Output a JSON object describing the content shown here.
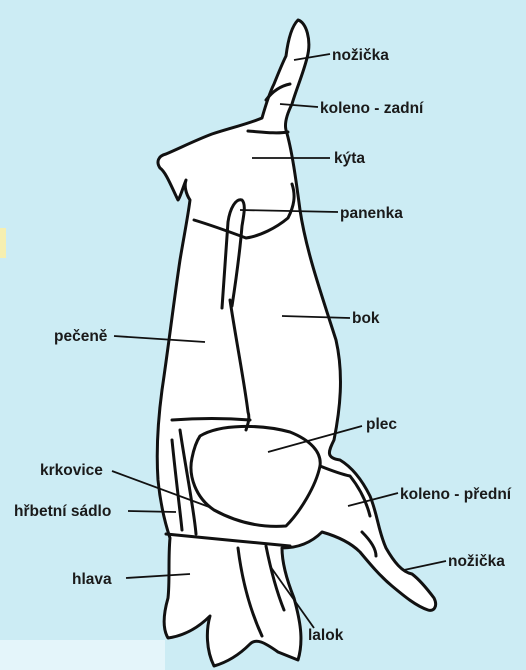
{
  "diagram": {
    "labels": {
      "nozicka_top": "nožička",
      "koleno_zadni": "koleno - zadní",
      "kyta": "kýta",
      "panenka": "panenka",
      "bok": "bok",
      "pecene": "pečeně",
      "plec": "plec",
      "krkovice": "krkovice",
      "koleno_predni": "koleno - přední",
      "hrbetni_sadlo": "hřbetní sádlo",
      "nozicka_bottom": "nožička",
      "hlava": "hlava",
      "lalok": "lalok"
    },
    "colors": {
      "background": "#ccecf4",
      "body_fill": "#ffffff",
      "outline": "#111111",
      "label_text": "#1a1a1a",
      "accent_strip": "#f6efb0"
    }
  }
}
